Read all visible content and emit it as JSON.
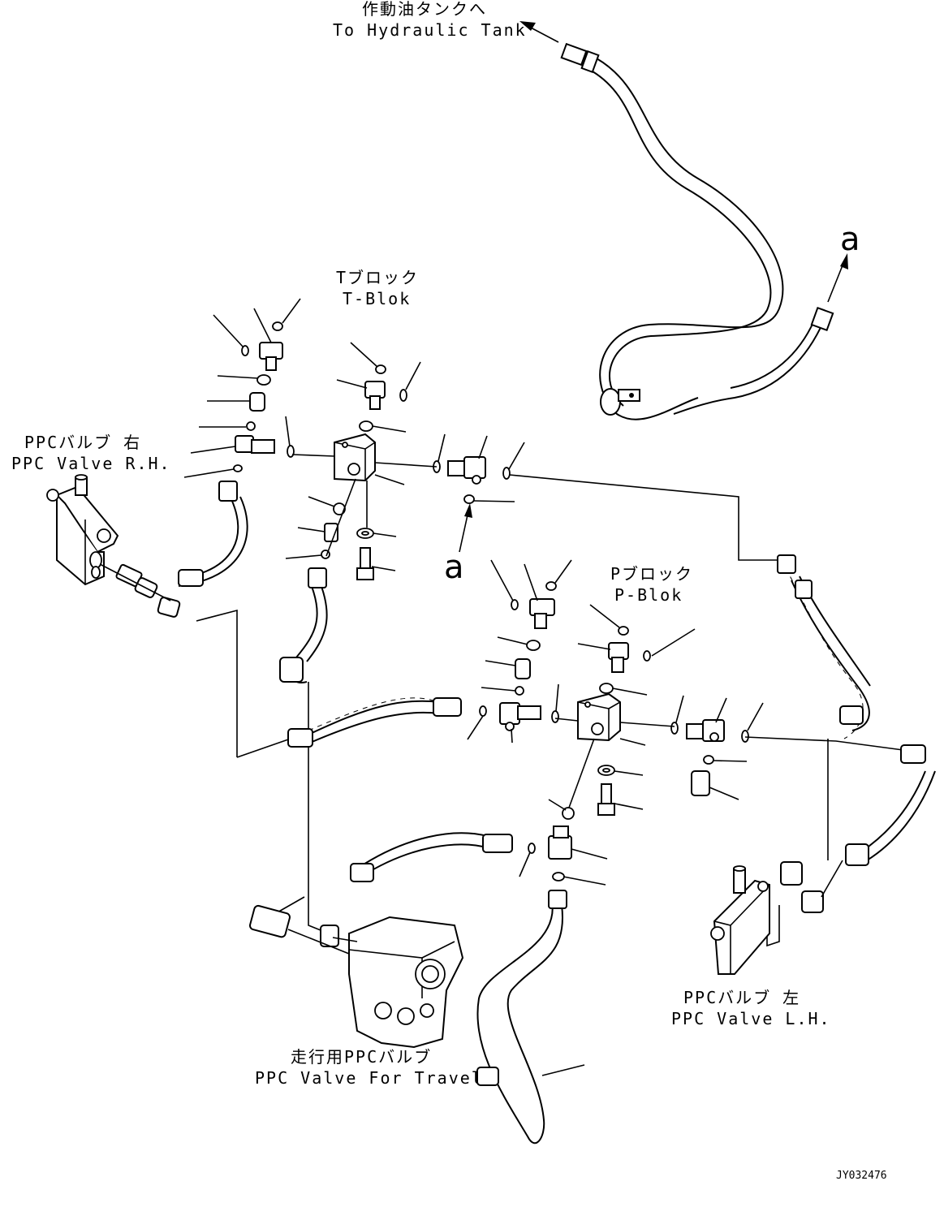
{
  "labels": {
    "tank_jp": "作動油タンクへ",
    "tank_en": "To Hydraulic Tank",
    "tblock_jp": "Tブロック",
    "tblock_en": "T-Blok",
    "pblock_jp": "Pブロック",
    "pblock_en": "P-Blok",
    "ppc_rh_jp": "PPCバルブ 右",
    "ppc_rh_en": "PPC Valve R.H.",
    "ppc_lh_jp": "PPCバルブ 左",
    "ppc_lh_en": "PPC Valve L.H.",
    "ppc_travel_jp": "走行用PPCバルブ",
    "ppc_travel_en": "PPC Valve For Travel",
    "marker_a_top": "a",
    "marker_a_mid": "a",
    "drawing_code": "JY032476"
  }
}
